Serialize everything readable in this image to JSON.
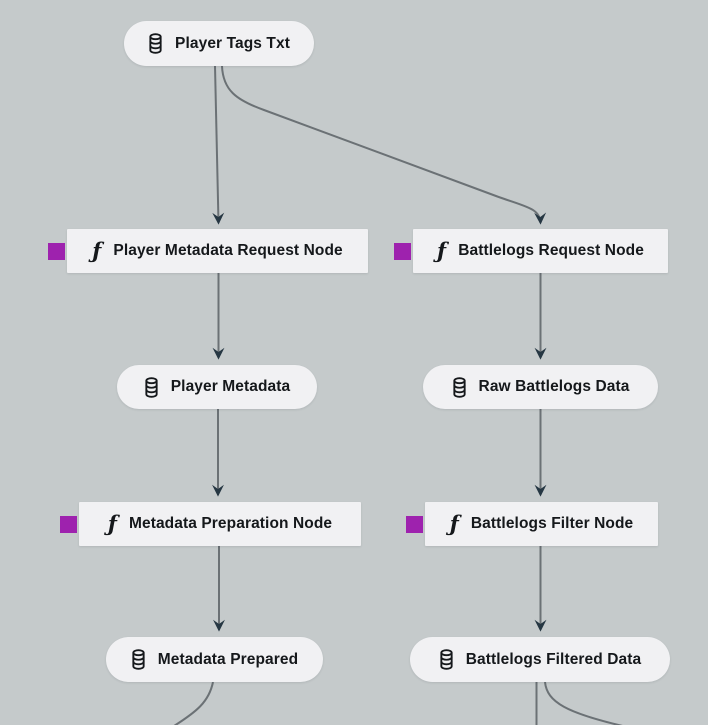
{
  "diagram": {
    "colors": {
      "background": "#c5cacb",
      "node_fill": "#f1f1f3",
      "node_text": "#15181b",
      "badge_purple": "#9e22ae",
      "edge_line": "#6b7175",
      "arrowhead": "#263743"
    },
    "nodes": [
      {
        "id": "player_tags_txt",
        "type": "data",
        "shape": "pill",
        "icon": "database-icon",
        "label": "Player Tags Txt",
        "badge": false
      },
      {
        "id": "player_metadata_request_node",
        "type": "function",
        "shape": "rect",
        "icon": "function-icon",
        "label": "Player Metadata Request Node",
        "badge": true
      },
      {
        "id": "battlelogs_request_node",
        "type": "function",
        "shape": "rect",
        "icon": "function-icon",
        "label": "Battlelogs Request Node",
        "badge": true
      },
      {
        "id": "player_metadata",
        "type": "data",
        "shape": "pill",
        "icon": "database-icon",
        "label": "Player Metadata",
        "badge": false
      },
      {
        "id": "raw_battlelogs_data",
        "type": "data",
        "shape": "pill",
        "icon": "database-icon",
        "label": "Raw Battlelogs Data",
        "badge": false
      },
      {
        "id": "metadata_preparation_node",
        "type": "function",
        "shape": "rect",
        "icon": "function-icon",
        "label": "Metadata Preparation Node",
        "badge": true
      },
      {
        "id": "battlelogs_filter_node",
        "type": "function",
        "shape": "rect",
        "icon": "function-icon",
        "label": "Battlelogs Filter Node",
        "badge": true
      },
      {
        "id": "metadata_prepared",
        "type": "data",
        "shape": "pill",
        "icon": "database-icon",
        "label": "Metadata Prepared",
        "badge": false
      },
      {
        "id": "battlelogs_filtered_data",
        "type": "data",
        "shape": "pill",
        "icon": "database-icon",
        "label": "Battlelogs Filtered Data",
        "badge": false
      }
    ],
    "edges": [
      {
        "from": "player_tags_txt",
        "to": "player_metadata_request_node"
      },
      {
        "from": "player_tags_txt",
        "to": "battlelogs_request_node"
      },
      {
        "from": "player_metadata_request_node",
        "to": "player_metadata"
      },
      {
        "from": "battlelogs_request_node",
        "to": "raw_battlelogs_data"
      },
      {
        "from": "player_metadata",
        "to": "metadata_preparation_node"
      },
      {
        "from": "raw_battlelogs_data",
        "to": "battlelogs_filter_node"
      },
      {
        "from": "metadata_preparation_node",
        "to": "metadata_prepared"
      },
      {
        "from": "battlelogs_filter_node",
        "to": "battlelogs_filtered_data"
      },
      {
        "from": "metadata_prepared",
        "to": "offscreen"
      },
      {
        "from": "battlelogs_filtered_data",
        "to": "offscreen"
      },
      {
        "from": "battlelogs_filtered_data",
        "to": "offscreen"
      }
    ]
  }
}
